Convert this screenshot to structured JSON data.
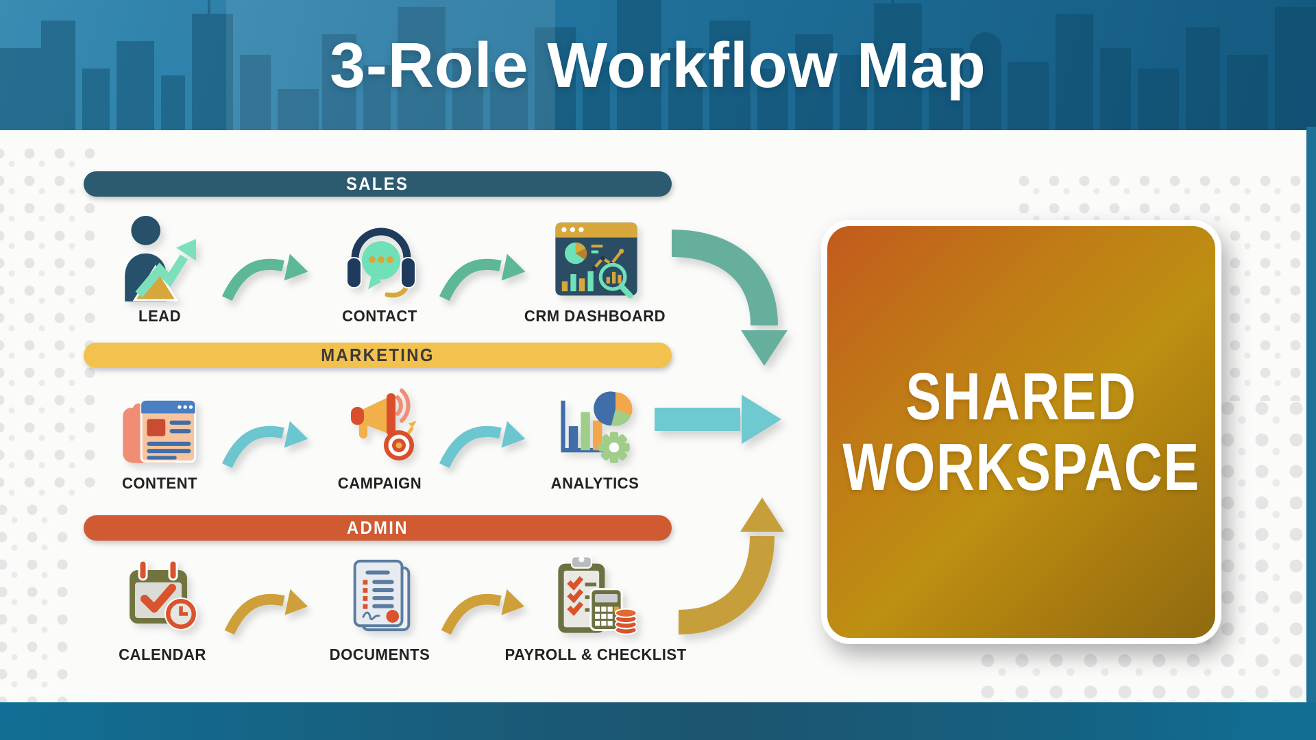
{
  "header": {
    "title": "3-Role Workflow Map"
  },
  "rows": [
    {
      "id": "sales",
      "label": "SALES",
      "items": [
        {
          "label": "LEAD",
          "icon": "lead-icon"
        },
        {
          "label": "CONTACT",
          "icon": "contact-headset-icon"
        },
        {
          "label": "CRM DASHBOARD",
          "icon": "crm-dashboard-icon"
        }
      ]
    },
    {
      "id": "marketing",
      "label": "MARKETING",
      "items": [
        {
          "label": "CONTENT",
          "icon": "content-newspaper-icon"
        },
        {
          "label": "CAMPAIGN",
          "icon": "campaign-megaphone-icon"
        },
        {
          "label": "ANALYTICS",
          "icon": "analytics-charts-icon"
        }
      ]
    },
    {
      "id": "admin",
      "label": "ADMIN",
      "items": [
        {
          "label": "CALENDAR",
          "icon": "calendar-icon"
        },
        {
          "label": "DOCUMENTS",
          "icon": "documents-icon"
        },
        {
          "label": "PAYROLL & CHECKLIST",
          "icon": "payroll-checklist-icon"
        }
      ]
    }
  ],
  "workspace": {
    "line1": "SHARED",
    "line2": "WORKSPACE"
  },
  "colors": {
    "sales-bar": "#2c5b70",
    "marketing-bar": "#f2c14e",
    "admin-bar": "#d05a32",
    "sales-arrow": "#5cb897",
    "marketing-arrow": "#6cc6cf",
    "admin-arrow": "#cfa039",
    "converge-teal": "#67af9d",
    "converge-cyan": "#6fc9d1",
    "converge-gold": "#c79f3a",
    "workspace-grad-1": "#c25a1d",
    "workspace-grad-2": "#bd8f12",
    "workspace-grad-3": "#8f6a10",
    "header-blue-light": "#3a8cb3",
    "header-blue-dark": "#14597f",
    "bar-text-light": "#ffffff",
    "bar-text-dark": "#3b3a36",
    "label-text": "#222222",
    "dot-color": "#e2e2e2",
    "dot-color-light": "#e9e9e9"
  }
}
